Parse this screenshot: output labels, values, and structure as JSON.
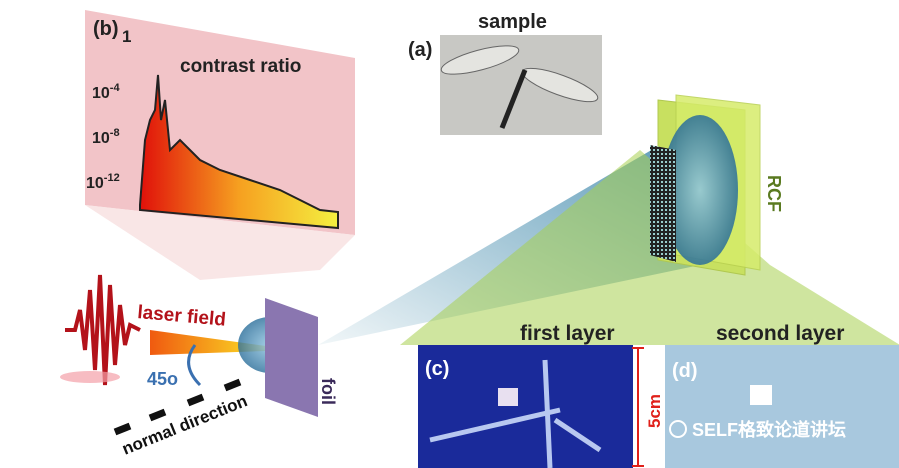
{
  "panel_b": {
    "label": "(b)",
    "title": "contrast ratio",
    "y_ticks": [
      {
        "base": "1",
        "exp": ""
      },
      {
        "base": "10",
        "exp": "-4"
      },
      {
        "base": "10",
        "exp": "-8"
      },
      {
        "base": "10",
        "exp": "-12"
      }
    ]
  },
  "panel_a": {
    "label": "(a)",
    "sample_label": "sample",
    "rcf_label": "RCF"
  },
  "laser": {
    "label": "laser field",
    "angle": "45o",
    "normal": "normal direction",
    "foil": "foil"
  },
  "panel_c": {
    "label": "(c)",
    "title": "first layer",
    "scale": "5cm"
  },
  "panel_d": {
    "label": "(d)",
    "title": "second layer"
  },
  "watermark": "SELF格致论道讲坛",
  "colors": {
    "pink": "#f2c4c8",
    "rcf": "#d6ec6a",
    "foil": "#8a76b0",
    "laser": "#b3121a",
    "first_layer_bg": "#1a2a9a",
    "second_layer_bg": "#a8c8de"
  }
}
